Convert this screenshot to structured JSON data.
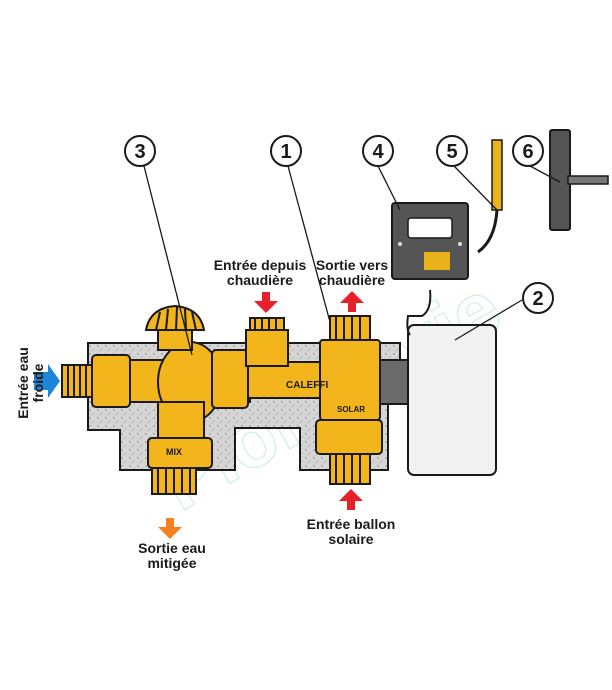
{
  "labels": {
    "cold_inlet": {
      "line1": "Entrée eau",
      "line2": "froide"
    },
    "from_boiler": {
      "line1": "Entrée depuis",
      "line2": "chaudière"
    },
    "to_boiler": {
      "line1": "Sortie vers",
      "line2": "chaudière"
    },
    "solar_tank": {
      "line1": "Entrée ballon",
      "line2": "solaire"
    },
    "mixed_outlet": {
      "line1": "Sortie eau",
      "line2": "mitigée"
    }
  },
  "callouts": [
    "1",
    "2",
    "3",
    "4",
    "5",
    "6"
  ],
  "markings": {
    "brand": "CALEFFI",
    "solar": "SOLAR",
    "knob": "MIX"
  },
  "watermark": "Plomberie",
  "colors": {
    "brass": "#f2b51c",
    "brass_dark": "#b8860b",
    "insulation": "#d6d6d6",
    "arrow_cold": "#1e86d8",
    "arrow_hot": "#e8202a",
    "arrow_mixed": "#f5821f",
    "box_dark": "#555555",
    "probe": "#e9b21b",
    "outline": "#1a1a1a"
  },
  "icons": [
    "flow-arrow-icon",
    "thermostat-knob-icon",
    "thermometer-icon"
  ]
}
